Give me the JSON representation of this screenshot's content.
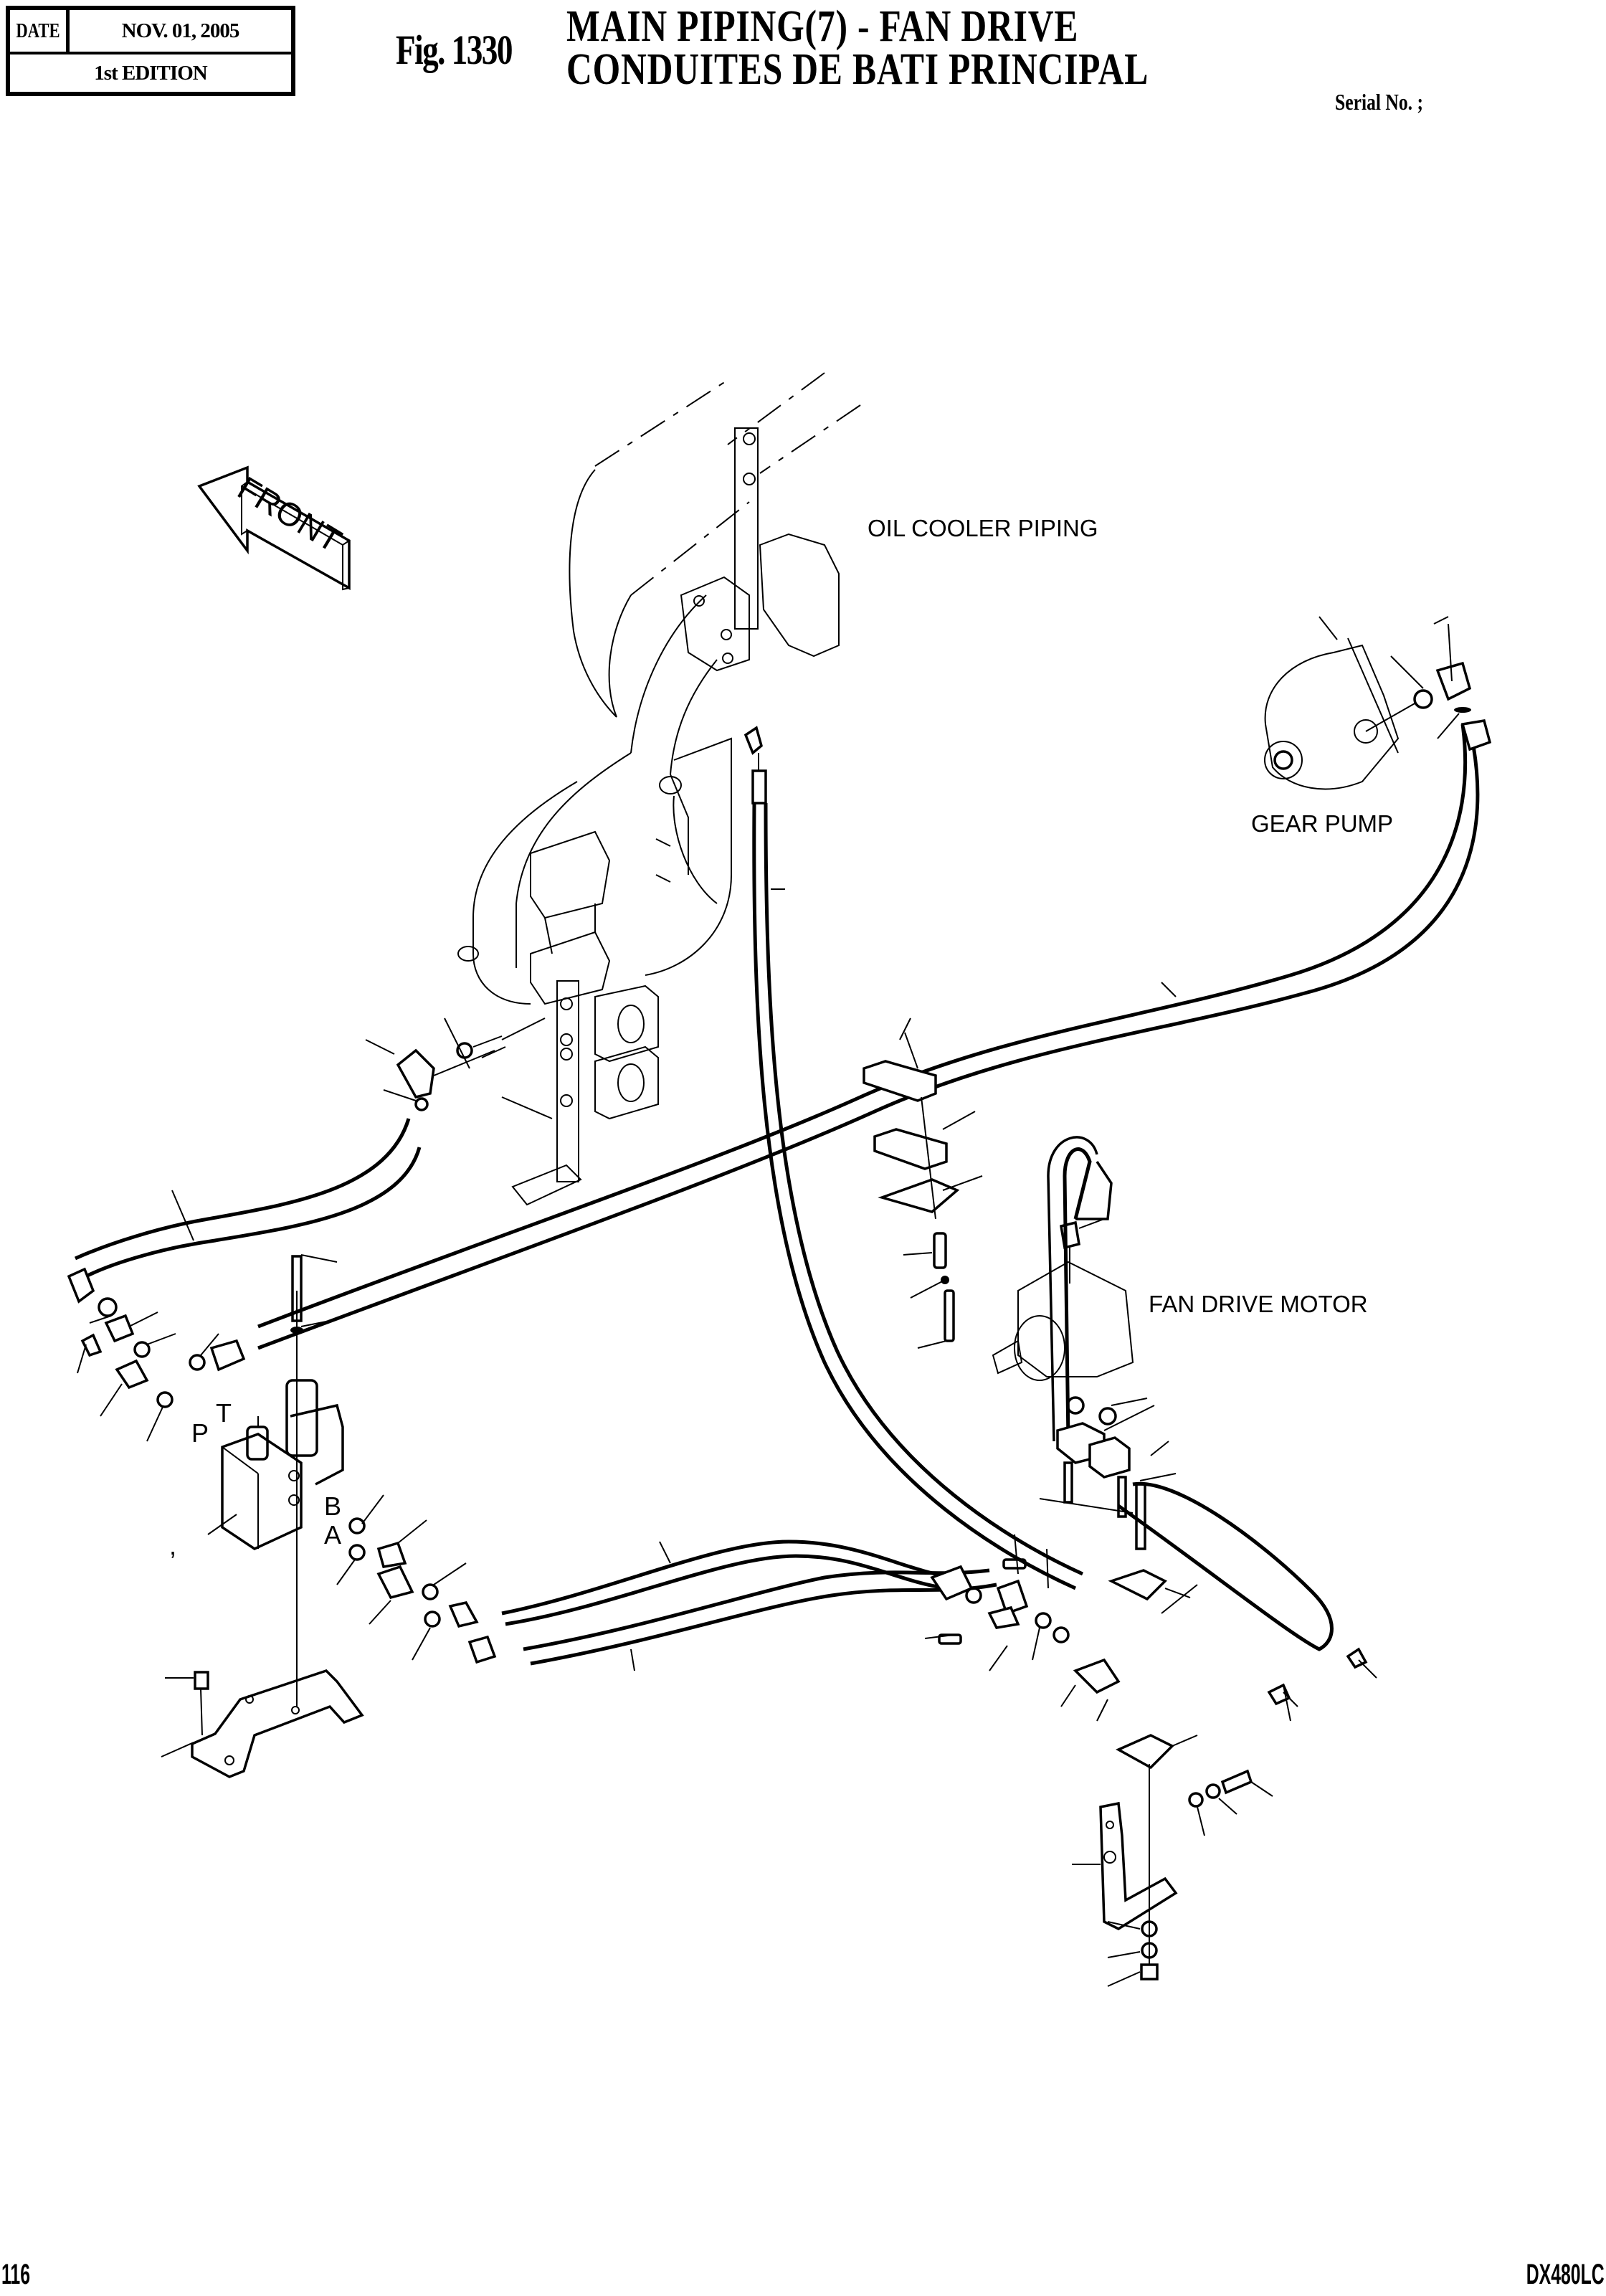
{
  "header": {
    "date_label": "DATE",
    "date_value": "NOV. 01, 2005",
    "edition": "1st EDITION",
    "figure_number": "Fig. 1330",
    "title_en": "MAIN PIPING(7) - FAN DRIVE",
    "title_fr": "CONDUITES DE BATI PRINCIPAL",
    "serial": "Serial No. ;"
  },
  "footer": {
    "page_number": "116",
    "model": "DX480LC"
  },
  "diagram": {
    "direction_arrow": "FRONT",
    "component_labels": {
      "oil_cooler_piping": "OIL COOLER PIPING",
      "gear_pump": "GEAR PUMP",
      "fan_drive_motor": "FAN DRIVE MOTOR"
    },
    "valve_ports": {
      "t": "T",
      "p": "P",
      "b": "B",
      "a": "A"
    },
    "stray_mark": ","
  }
}
